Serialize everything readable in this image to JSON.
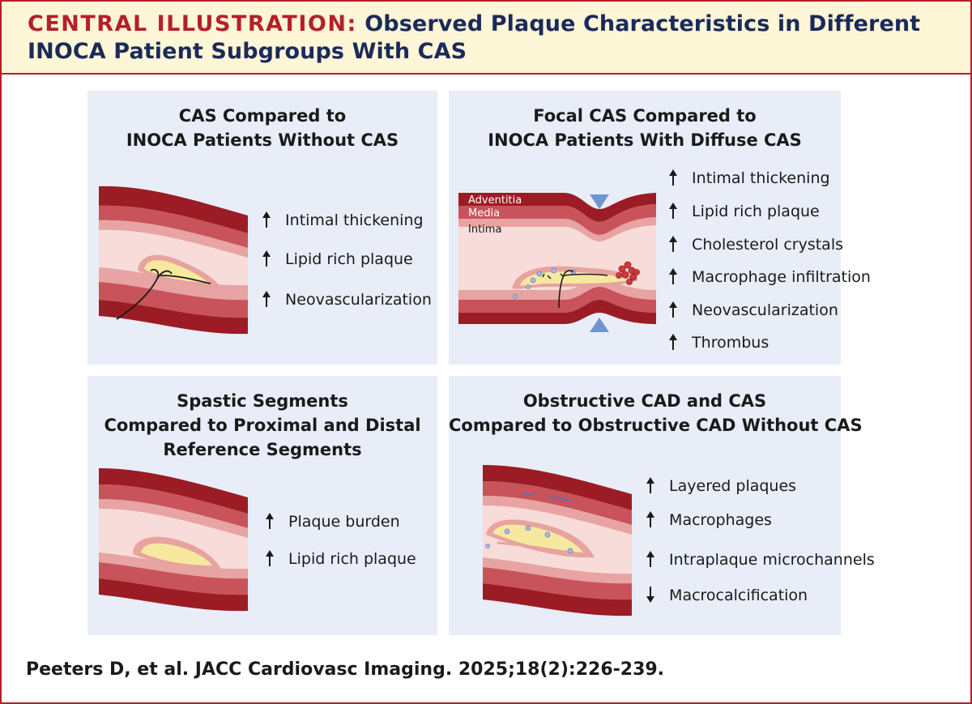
{
  "header": {
    "label": "CENTRAL ILLUSTRATION:",
    "title_line1": "Observed Plaque Characteristics in Different",
    "title_line2": "INOCA Patient Subgroups With CAS"
  },
  "panels": [
    {
      "title_lines": [
        "CAS Compared to",
        "INOCA Patients Without CAS"
      ],
      "findings": [
        {
          "direction": "up",
          "text": "Intimal thickening"
        },
        {
          "direction": "up",
          "text": "Lipid rich plaque"
        },
        {
          "direction": "up",
          "text": "Neovascularization"
        }
      ]
    },
    {
      "title_lines": [
        "Focal CAS Compared to",
        "INOCA Patients With Diffuse CAS"
      ],
      "layer_labels": {
        "adventitia": "Adventitia",
        "media": "Media",
        "intima": "Intima"
      },
      "findings": [
        {
          "direction": "up",
          "text": "Intimal thickening"
        },
        {
          "direction": "up",
          "text": "Lipid rich plaque"
        },
        {
          "direction": "up",
          "text": "Cholesterol crystals"
        },
        {
          "direction": "up",
          "text": "Macrophage infiltration"
        },
        {
          "direction": "up",
          "text": "Neovascularization"
        },
        {
          "direction": "up",
          "text": "Thrombus"
        }
      ]
    },
    {
      "title_lines": [
        "Spastic Segments",
        "Compared to Proximal and Distal",
        "Reference Segments"
      ],
      "findings": [
        {
          "direction": "up",
          "text": "Plaque burden"
        },
        {
          "direction": "up",
          "text": "Lipid rich plaque"
        }
      ]
    },
    {
      "title_lines": [
        "Obstructive CAD and CAS",
        "Compared to Obstructive CAD Without CAS"
      ],
      "findings": [
        {
          "direction": "up",
          "text": "Layered plaques"
        },
        {
          "direction": "up",
          "text": "Macrophages"
        },
        {
          "direction": "up",
          "text": "Intraplaque microchannels"
        },
        {
          "direction": "down",
          "text": "Macrocalcification"
        }
      ]
    }
  ],
  "citation": "Peeters D, et al. JACC Cardiovasc Imaging. 2025;18(2):226-239.",
  "colors": {
    "frame": "#b4202a",
    "header_bg": "#fdf6d7",
    "title_label": "#b4202a",
    "title_text": "#1b2a5a",
    "panel_bg": "#e9edf7",
    "adventitia": "#9b1c24",
    "media": "#c9535a",
    "media_light": "#e8a3a3",
    "intima": "#f7dcd9",
    "lumen_edge": "#e7a39f",
    "plaque": "#f7e8a0",
    "constriction_marker": "#6f95d0"
  }
}
